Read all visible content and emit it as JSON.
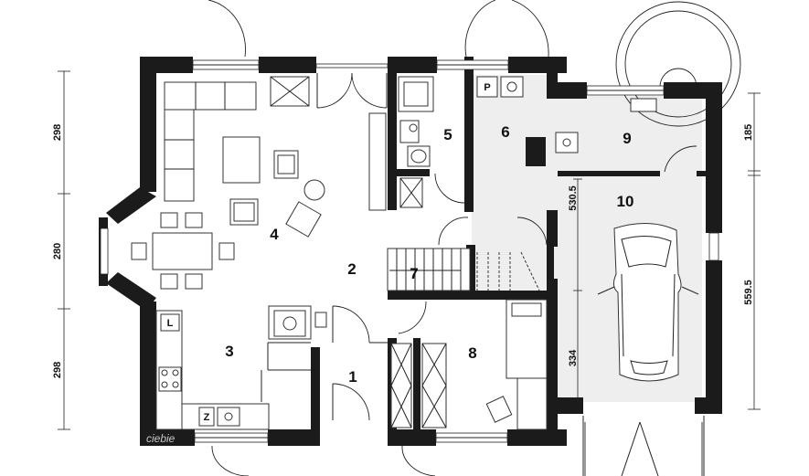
{
  "rooms": {
    "r1": "1",
    "r2": "2",
    "r3": "3",
    "r4": "4",
    "r5": "5",
    "r6": "6",
    "r7": "7",
    "r8": "8",
    "r9": "9",
    "r10": "10"
  },
  "dimensions": {
    "left_top": "298",
    "left_mid": "280",
    "left_bottom": "298",
    "right_top": "185",
    "right_total": "559.5",
    "garage_upper": "530.5",
    "garage_lower": "334"
  },
  "fixtures": {
    "pantry": "L",
    "sink_kitchen": "Z",
    "boiler": "P"
  },
  "watermark": "ciebie"
}
